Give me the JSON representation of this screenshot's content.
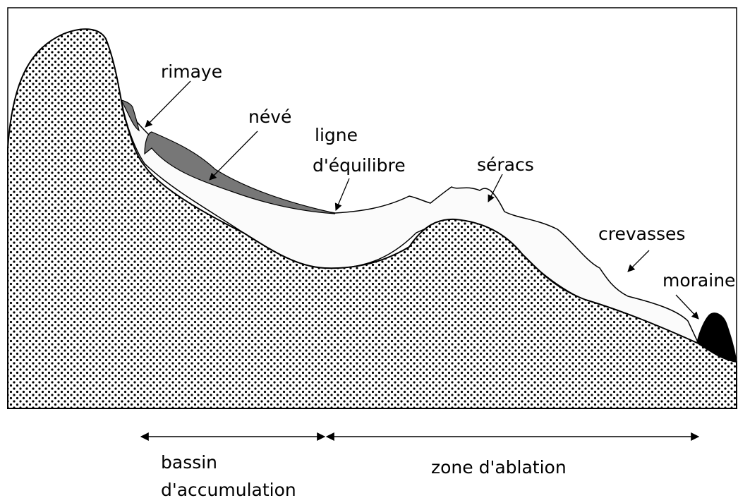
{
  "labels": {
    "rimaye": "rimaye",
    "neve": "névé",
    "ligne_line1": "ligne",
    "ligne_line2": "d'équilibre",
    "seracs": "séracs",
    "crevasses": "crevasses",
    "moraine": "moraine"
  },
  "zones": {
    "accumulation_line1": "bassin",
    "accumulation_line2": "d'accumulation",
    "ablation": "zone d'ablation"
  },
  "colors": {
    "rock_dots": "#000000",
    "rock_background": "#ffffff",
    "glacier_ice": "#fbfbfb",
    "neve": "#777777",
    "moraine": "#000000",
    "outline": "#000000"
  }
}
